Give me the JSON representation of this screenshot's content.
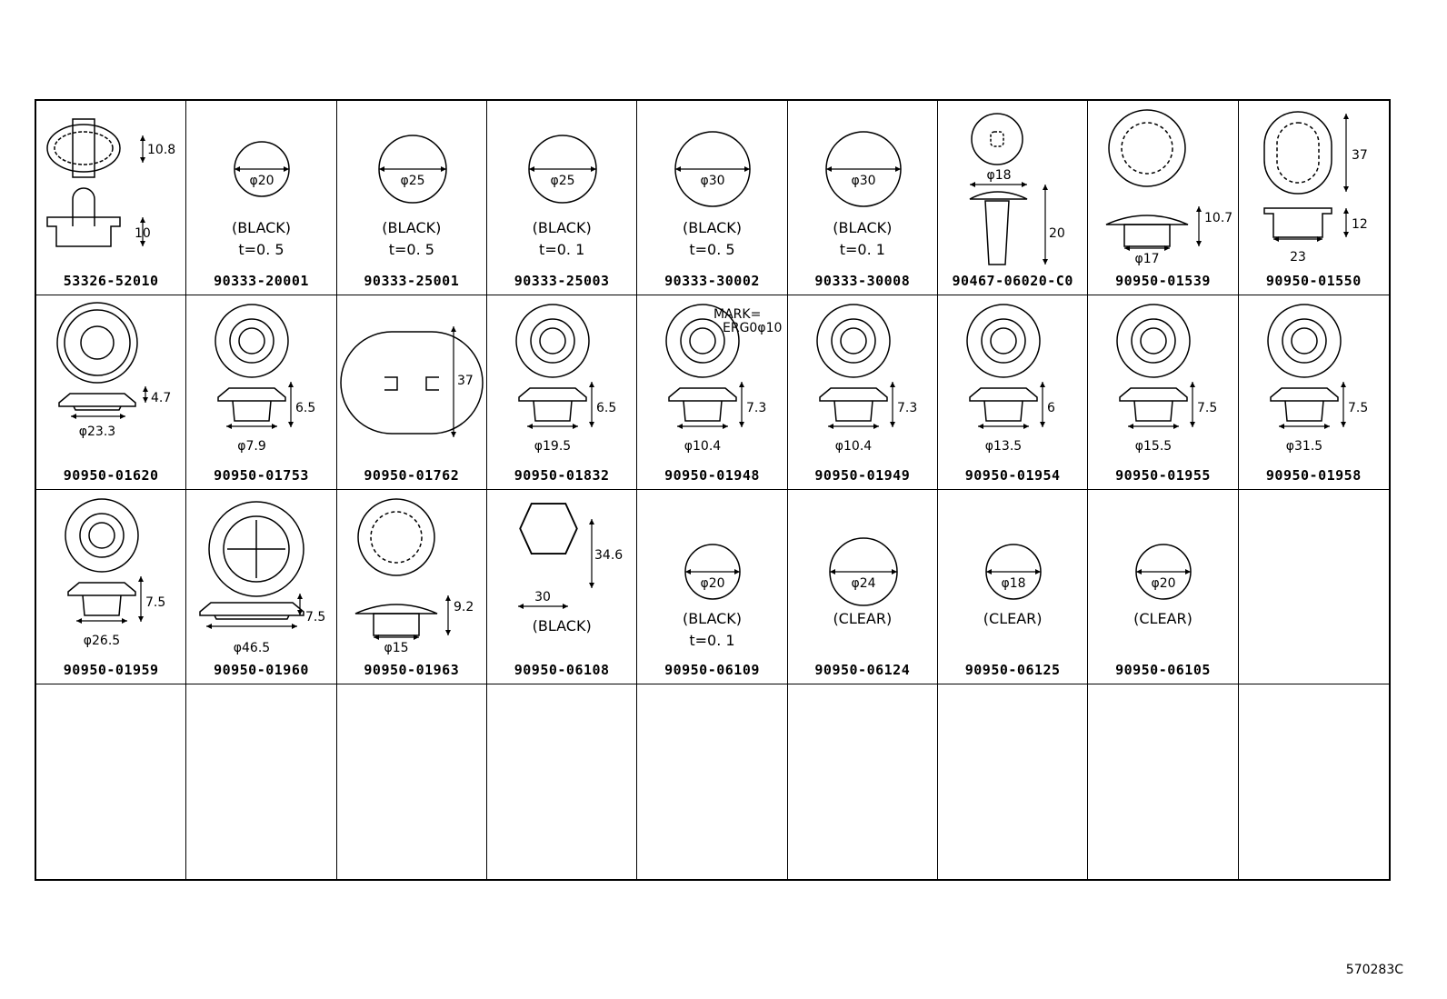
{
  "cells": [
    {
      "part_no": "53326-52010",
      "shape": "clip",
      "dims": [
        "10.8",
        "10"
      ],
      "notes": []
    },
    {
      "part_no": "90333-20001",
      "shape": "disc",
      "dims": [
        "φ20"
      ],
      "notes": [
        "(BLACK)",
        "t=0. 5"
      ],
      "size": "s"
    },
    {
      "part_no": "90333-25001",
      "shape": "disc",
      "dims": [
        "φ25"
      ],
      "notes": [
        "(BLACK)",
        "t=0. 5"
      ],
      "size": "m"
    },
    {
      "part_no": "90333-25003",
      "shape": "disc",
      "dims": [
        "φ25"
      ],
      "notes": [
        "(BLACK)",
        "t=0. 1"
      ],
      "size": "m"
    },
    {
      "part_no": "90333-30002",
      "shape": "disc",
      "dims": [
        "φ30"
      ],
      "notes": [
        "(BLACK)",
        "t=0. 5"
      ],
      "size": "l"
    },
    {
      "part_no": "90333-30008",
      "shape": "disc",
      "dims": [
        "φ30"
      ],
      "notes": [
        "(BLACK)",
        "t=0. 1"
      ],
      "size": "l"
    },
    {
      "part_no": "90467-06020-C0",
      "shape": "pushclip",
      "dims": [
        "φ18",
        "20"
      ],
      "notes": []
    },
    {
      "part_no": "90950-01539",
      "shape": "plug",
      "dims": [
        "10.7",
        "φ17"
      ],
      "notes": []
    },
    {
      "part_no": "90950-01550",
      "shape": "oval",
      "dims": [
        "37",
        "12",
        "23"
      ],
      "notes": []
    },
    {
      "part_no": "90950-01620",
      "shape": "gear",
      "dims": [
        "4.7",
        "φ23.3"
      ],
      "notes": []
    },
    {
      "part_no": "90950-01753",
      "shape": "grommet",
      "dims": [
        "6.5",
        "φ7.9"
      ],
      "notes": []
    },
    {
      "part_no": "90950-01762",
      "shape": "split",
      "dims": [
        "37"
      ],
      "notes": []
    },
    {
      "part_no": "90950-01832",
      "shape": "grommet",
      "dims": [
        "6.5",
        "φ19.5"
      ],
      "notes": []
    },
    {
      "part_no": "90950-01948",
      "shape": "grommet",
      "dims": [
        "7.3",
        "φ10.4"
      ],
      "notes": [],
      "mark": [
        "MARK=",
        "ERG0φ10"
      ]
    },
    {
      "part_no": "90950-01949",
      "shape": "grommet",
      "dims": [
        "7.3",
        "φ10.4"
      ],
      "notes": []
    },
    {
      "part_no": "90950-01954",
      "shape": "grommet",
      "dims": [
        "6",
        "φ13.5"
      ],
      "notes": []
    },
    {
      "part_no": "90950-01955",
      "shape": "grommet",
      "dims": [
        "7.5",
        "φ15.5"
      ],
      "notes": []
    },
    {
      "part_no": "90950-01958",
      "shape": "grommet",
      "dims": [
        "7.5",
        "φ31.5"
      ],
      "notes": []
    },
    {
      "part_no": "90950-01959",
      "shape": "grommet",
      "dims": [
        "7.5",
        "φ26.5"
      ],
      "notes": []
    },
    {
      "part_no": "90950-01960",
      "shape": "cross",
      "dims": [
        "7.5",
        "φ46.5"
      ],
      "notes": []
    },
    {
      "part_no": "90950-01963",
      "shape": "plug",
      "dims": [
        "9.2",
        "φ15"
      ],
      "notes": []
    },
    {
      "part_no": "90950-06108",
      "shape": "hex",
      "dims": [
        "34.6",
        "30"
      ],
      "notes": [
        "(BLACK)"
      ]
    },
    {
      "part_no": "90950-06109",
      "shape": "disc",
      "dims": [
        "φ20"
      ],
      "notes": [
        "(BLACK)",
        "t=0. 1"
      ],
      "size": "s",
      "low": true
    },
    {
      "part_no": "90950-06124",
      "shape": "disc",
      "dims": [
        "φ24"
      ],
      "notes": [
        "(CLEAR)"
      ],
      "size": "m",
      "low": true
    },
    {
      "part_no": "90950-06125",
      "shape": "disc",
      "dims": [
        "φ18"
      ],
      "notes": [
        "(CLEAR)"
      ],
      "size": "s",
      "low": true
    },
    {
      "part_no": "90950-06105",
      "shape": "disc",
      "dims": [
        "φ20"
      ],
      "notes": [
        "(CLEAR)"
      ],
      "size": "s",
      "low": true
    },
    {
      "part_no": "",
      "shape": "none",
      "dims": [],
      "notes": []
    },
    {
      "part_no": "",
      "shape": "none",
      "dims": [],
      "notes": []
    },
    {
      "part_no": "",
      "shape": "none",
      "dims": [],
      "notes": []
    },
    {
      "part_no": "",
      "shape": "none",
      "dims": [],
      "notes": []
    },
    {
      "part_no": "",
      "shape": "none",
      "dims": [],
      "notes": []
    },
    {
      "part_no": "",
      "shape": "none",
      "dims": [],
      "notes": []
    },
    {
      "part_no": "",
      "shape": "none",
      "dims": [],
      "notes": []
    },
    {
      "part_no": "",
      "shape": "none",
      "dims": [],
      "notes": []
    },
    {
      "part_no": "",
      "shape": "none",
      "dims": [],
      "notes": []
    },
    {
      "part_no": "",
      "shape": "none",
      "dims": [],
      "notes": []
    }
  ],
  "diagram_code": "570283C"
}
